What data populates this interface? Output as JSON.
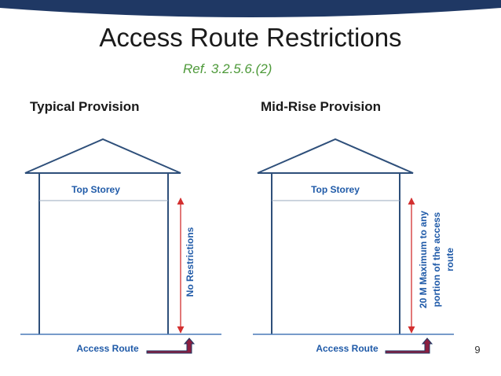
{
  "slide": {
    "title": "Access Route Restrictions",
    "reference": "Ref. 3.2.5.6.(2)",
    "page_number": "9"
  },
  "left_diagram": {
    "heading": "Typical Provision",
    "top_label": "Top Storey",
    "height_label": "No Restrictions",
    "access_label": "Access Route"
  },
  "right_diagram": {
    "heading": "Mid-Rise Provision",
    "top_label": "Top Storey",
    "height_label_lines": [
      "20 M Maximum to any",
      "portion of the access",
      "route"
    ],
    "access_label": "Access Route"
  },
  "colors": {
    "band": "#1f3864",
    "building": "#2e4f7a",
    "label": "#1f5aa8",
    "dimension": "#d32f2f",
    "arrow_fill": "#8b1e3f",
    "arrow_stroke": "#1f3864",
    "ground": "#4a7ab8",
    "reference": "#4e9a3a"
  }
}
